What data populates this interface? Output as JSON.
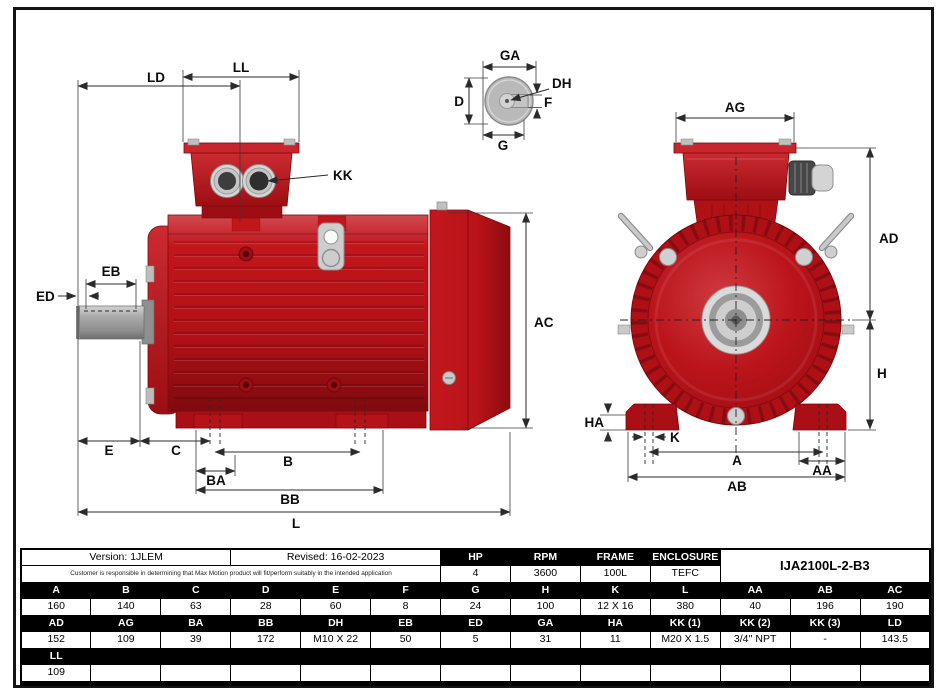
{
  "drawing": {
    "side_view": {
      "labels": {
        "LD": "LD",
        "LL": "LL",
        "KK": "KK",
        "ED": "ED",
        "EB": "EB",
        "AC": "AC",
        "E": "E",
        "C": "C",
        "B": "B",
        "BA": "BA",
        "BB": "BB",
        "L": "L"
      }
    },
    "shaft_end_view": {
      "labels": {
        "GA": "GA",
        "D": "D",
        "G": "G",
        "DH": "DH",
        "F": "F"
      }
    },
    "front_view": {
      "labels": {
        "AG": "AG",
        "AD": "AD",
        "H": "H",
        "HA": "HA",
        "K": "K",
        "A": "A",
        "AA": "AA",
        "AB": "AB"
      }
    },
    "colors": {
      "motor_red": "#c2161d",
      "motor_red_dark": "#8c0c10",
      "shaft_gray": "#a5a5a5",
      "dimension_line": "#2b2b2b"
    }
  },
  "table": {
    "version": "Version: 1JLEM",
    "revised": "Revised: 16-02-2023",
    "disclaimer": "Customer is responsible in determining that Max Motion product will fit/perform suitably in the intended application",
    "specs": {
      "hp_label": "HP",
      "hp_value": "4",
      "rpm_label": "RPM",
      "rpm_value": "3600",
      "frame_label": "FRAME",
      "frame_value": "100L",
      "enclosure_label": "ENCLOSURE",
      "enclosure_value": "TEFC"
    },
    "model": "IJA2100L-2-B3",
    "dim_rows": [
      {
        "headers": [
          "A",
          "B",
          "C",
          "D",
          "E",
          "F",
          "G",
          "H",
          "K",
          "L",
          "AA",
          "AB",
          "AC"
        ],
        "values": [
          "160",
          "140",
          "63",
          "28",
          "60",
          "8",
          "24",
          "100",
          "12 X 16",
          "380",
          "40",
          "196",
          "190"
        ]
      },
      {
        "headers": [
          "AD",
          "AG",
          "BA",
          "BB",
          "DH",
          "EB",
          "ED",
          "GA",
          "HA",
          "KK (1)",
          "KK (2)",
          "KK (3)",
          "LD"
        ],
        "values": [
          "152",
          "109",
          "39",
          "172",
          "M10 X 22",
          "50",
          "5",
          "31",
          "11",
          "M20 X 1.5",
          "3/4'' NPT",
          "-",
          "143.5"
        ]
      },
      {
        "headers": [
          "LL"
        ],
        "values": [
          "109",
          "",
          "",
          "",
          "",
          "",
          "",
          "",
          "",
          "",
          "",
          "",
          ""
        ]
      }
    ]
  }
}
